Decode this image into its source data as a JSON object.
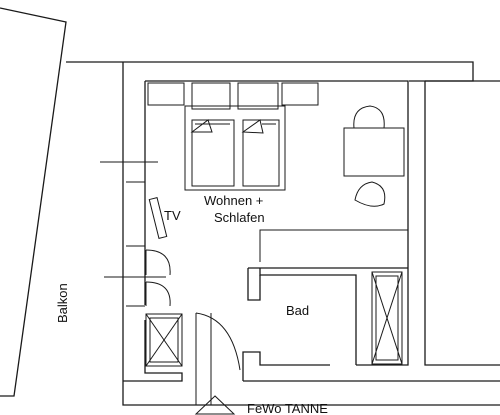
{
  "labels": {
    "room_main_line1": "Wohnen +",
    "room_main_line2": "Schlafen",
    "tv": "TV",
    "bath": "Bad",
    "balcony": "Balkon",
    "title": "FeWo TANNE"
  },
  "colors": {
    "line": "#1a1a1a",
    "background": "#ffffff"
  }
}
